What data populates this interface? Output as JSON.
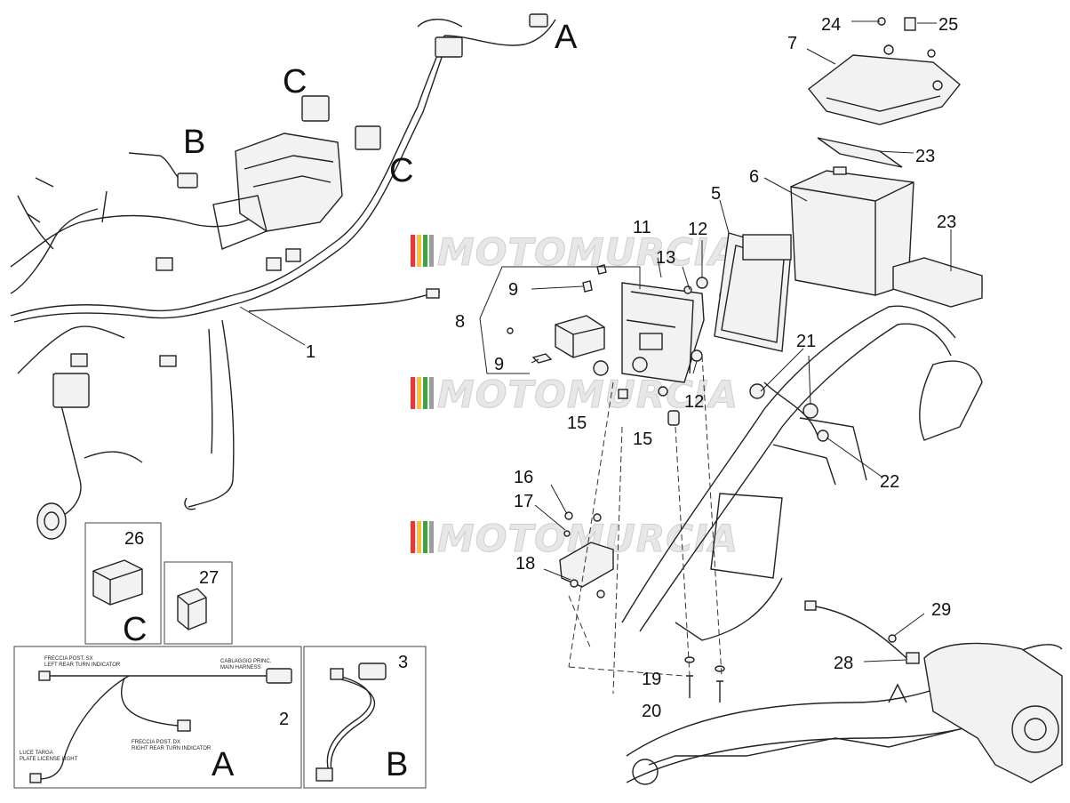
{
  "watermark": "MOTOMURCIA",
  "labels": [
    "1",
    "2",
    "3",
    "5",
    "6",
    "7",
    "8",
    "9",
    "9",
    "11",
    "12",
    "12",
    "13",
    "15",
    "15",
    "16",
    "17",
    "18",
    "19",
    "20",
    "21",
    "22",
    "23",
    "23",
    "24",
    "25",
    "26",
    "27",
    "28",
    "29"
  ],
  "letters": [
    "A",
    "B",
    "C",
    "C",
    "A",
    "B",
    "C"
  ],
  "inset_a_texts": {
    "left_turn": "FRECCIA POST. SX",
    "left_turn_en": "LEFT REAR TURN INDICATOR",
    "main_harness": "CABLAGGIO PRINC.",
    "main_harness_en": "MAIN HARNESS",
    "right_turn": "FRECCIA POST. DX",
    "right_turn_en": "RIGHT REAR TURN INDICATOR",
    "plate_light": "LUCE TARGA",
    "plate_light_en": "PLATE LICENSE LIGHT"
  },
  "colors": {
    "stripe_red": "#e53935",
    "stripe_yellow": "#fbc02d",
    "stripe_green": "#43a047",
    "stripe_gray": "#9e9e9e"
  }
}
